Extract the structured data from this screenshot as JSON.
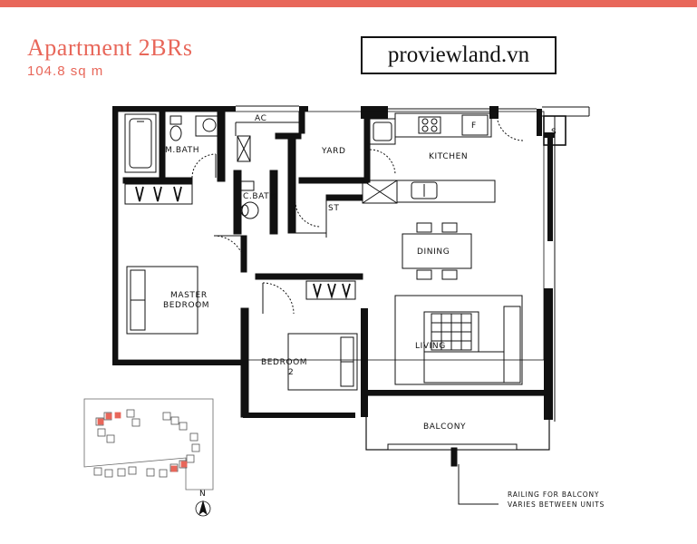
{
  "header": {
    "title": "Apartment 2BRs",
    "area": "104.8 sq m",
    "brand": "proviewland.vn",
    "accent_color": "#e8675a"
  },
  "rooms": {
    "ac": "AC",
    "master_bath": "M.BATH",
    "yard": "YARD",
    "kitchen": "KITCHEN",
    "common_bath": "C.BATH",
    "store": "ST",
    "dining": "DINING",
    "master_bedroom_line1": "MASTER",
    "master_bedroom_line2": "BEDROOM",
    "bedroom2_line1": "BEDROOM",
    "bedroom2_line2": "2",
    "living": "LIVING",
    "balcony": "BALCONY",
    "shaft": "S",
    "fridge": "F"
  },
  "notes": {
    "railing_line1": "RAILING FOR BALCONY",
    "railing_line2": "VARIES BETWEEN UNITS"
  },
  "key_plan": {
    "north": "N"
  }
}
